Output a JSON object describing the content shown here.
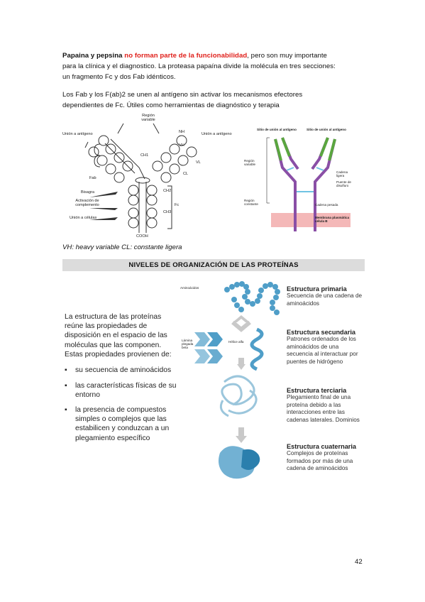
{
  "intro": {
    "p1_bold": "Papaina y pepsina",
    "p1_red": "no forman parte de la funcionabilidad",
    "p1_line1_rest": ", pero son muy importante",
    "p1_line2": "para la clínica y el diagnostico. La proteasa papaína divide la molécula en tres secciones:",
    "p1_line3": "un fragmento Fc y dos Fab idénticos.",
    "p2_line1": "Los Fab y los F(ab)2 se unen al antígeno sin activar los mecanismos efectores",
    "p2_line2": "dependientes de Fc. Útiles como herramientas de diagnóstico y terapia"
  },
  "fig_left": {
    "region_variable": "Región variable",
    "union_antigeno_left": "Unión a antígeno",
    "union_antigeno_right": "Unión a antígeno",
    "nh": "NH",
    "vh": "VH",
    "ch1": "CH1",
    "vl": "VL",
    "cl": "CL",
    "fab": "Fab",
    "bisagra": "Bisagra",
    "ch2": "CH2",
    "activacion": "Activación de complemento",
    "fc": "Fc",
    "ch3": "CH3",
    "union_celulas": "Unión a células",
    "cooh": "COOH"
  },
  "fig_right": {
    "sitio_left": "Sitio de unión al antígeno",
    "sitio_right": "Sitio de unión al antígeno",
    "region_variable": "Región variable",
    "cadena_ligera": "Cadena ligera",
    "puente_disulfuro": "Puente de disulfuro",
    "region_constante": "Región constante",
    "cadena_pesada": "Cadena pesada",
    "membrana": "Membrana plasmática célula B"
  },
  "caption": "VH: heavy variable CL: constante ligera",
  "banner": "NIVELES DE ORGANIZACIÓN DE LAS PROTEÍNAS",
  "protein_text": {
    "l1": "La estructura de las proteínas",
    "l2": "reúne las propiedades de",
    "l3": "disposición en el espacio de las",
    "l4": "moléculas que las componen.",
    "l5": "Estas propiedades provienen de:",
    "b1": "su secuencia de aminoácidos",
    "b2a": "las características físicas de su",
    "b2b": "entorno",
    "b3a": "la presencia de compuestos",
    "b3b": "simples o complejos que las",
    "b3c": "estabilicen y conduzcan a un",
    "b3d": "plegamiento específico",
    "bullet": "▪"
  },
  "structures": {
    "aminoacidos": "Aminoácidos",
    "lamina": "Lámina plegada beta",
    "helice": "Hélice alfa",
    "primaria_title": "Estructura primaria",
    "primaria_d1": "Secuencia de una cadena de",
    "primaria_d2": "aminoácidos",
    "secundaria_title": "Estructura secundaria",
    "secundaria_d1": "Patrones ordenados de los",
    "secundaria_d2": "aminoácidos de una",
    "secundaria_d3": "secuencia al interactuar por",
    "secundaria_d4": "puentes de hidrógeno",
    "terciaria_title": "Estructura terciaria",
    "terciaria_d1": "Plegamiento final de una",
    "terciaria_d2": "proteína debido a las",
    "terciaria_d3": "interacciones entre las",
    "terciaria_d4": "cadenas laterales. Dominios",
    "cuaternaria_title": "Estructura cuaternaria",
    "cuaternaria_d1": "Complejos de proteínas",
    "cuaternaria_d2": "formados por más de una",
    "cuaternaria_d3": "cadena de aminoácidos"
  },
  "page_number": "42",
  "colors": {
    "red": "#e0201b",
    "protein_blue": "#4f9ec8",
    "banner_gray": "#dcdcdc"
  }
}
